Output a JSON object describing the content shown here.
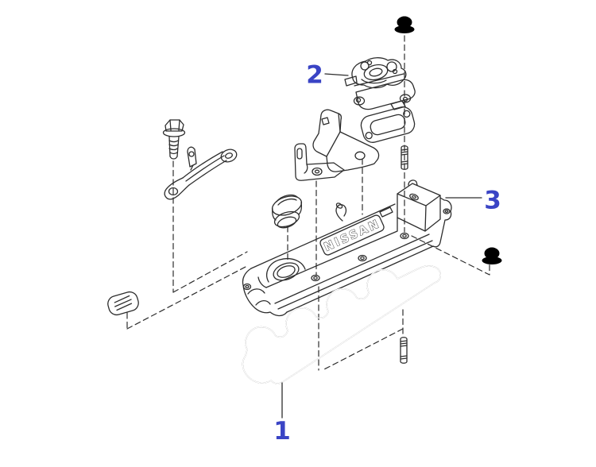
{
  "diagram": {
    "background": "#ffffff",
    "line_color": "#2d2d2d",
    "accent_color": "#3a44c5",
    "cover_brand_text": "NISSAN",
    "callouts": [
      {
        "label": "1"
      },
      {
        "label": "2"
      },
      {
        "label": "3"
      }
    ]
  }
}
